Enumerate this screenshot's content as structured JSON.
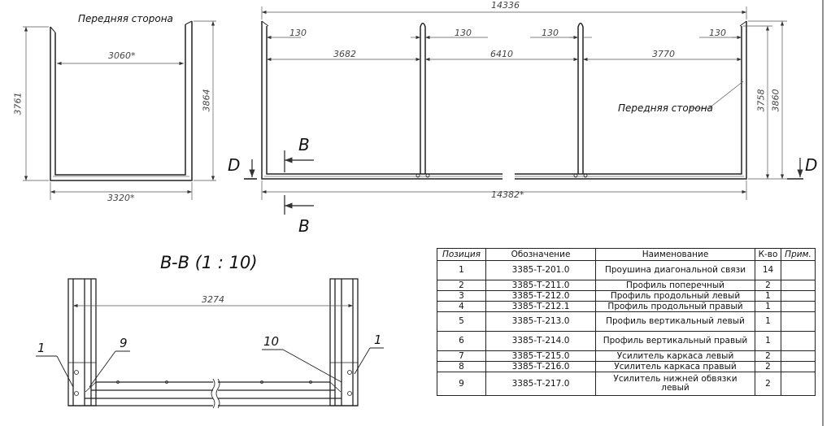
{
  "top_left_view": {
    "front_label": "Передняя сторона",
    "dim_inner_width": "3060*",
    "dim_outer_width": "3320*",
    "dim_left_height": "3761",
    "dim_right_height": "3864"
  },
  "top_right_view": {
    "dim_total_top": "14336",
    "dim_total_bottom": "14382*",
    "offsets": [
      "130",
      "130",
      "130",
      "130"
    ],
    "spans": [
      "3682",
      "6410",
      "3770"
    ],
    "dim_height_a": "3758",
    "dim_height_b": "3860",
    "front_label": "Передняя сторона",
    "section_mark": "B",
    "view_mark": "D"
  },
  "section_view": {
    "title": "B-B (1 : 10)",
    "dim_inner": "3274",
    "callouts": [
      "1",
      "9",
      "10",
      "1"
    ]
  },
  "spec_table": {
    "headers": [
      "Позиция",
      "Обозначение",
      "Наименование",
      "К-во",
      "Прим."
    ],
    "rows": [
      {
        "pos": "1",
        "code": "3385-Т-201.0",
        "name": "Проушина диагональной связи",
        "qty": "14",
        "note": ""
      },
      {
        "pos": "2",
        "code": "3385-Т-211.0",
        "name": "Профиль поперечный",
        "qty": "2",
        "note": ""
      },
      {
        "pos": "3",
        "code": "3385-Т-212.0",
        "name": "Профиль продольный левый",
        "qty": "1",
        "note": ""
      },
      {
        "pos": "4",
        "code": "3385-Т-212.1",
        "name": "Профиль продольный правый",
        "qty": "1",
        "note": ""
      },
      {
        "pos": "5",
        "code": "3385-Т-213.0",
        "name": "Профиль вертикальный левый",
        "qty": "1",
        "note": ""
      },
      {
        "pos": "6",
        "code": "3385-Т-214.0",
        "name": "Профиль вертикальный правый",
        "qty": "1",
        "note": ""
      },
      {
        "pos": "7",
        "code": "3385-Т-215.0",
        "name": "Усилитель каркаса левый",
        "qty": "2",
        "note": ""
      },
      {
        "pos": "8",
        "code": "3385-Т-216.0",
        "name": "Усилитель каркаса правый",
        "qty": "2",
        "note": ""
      },
      {
        "pos": "9",
        "code": "3385-Т-217.0",
        "name": "Усилитель нижней обвязки левый",
        "qty": "2",
        "note": ""
      }
    ]
  }
}
